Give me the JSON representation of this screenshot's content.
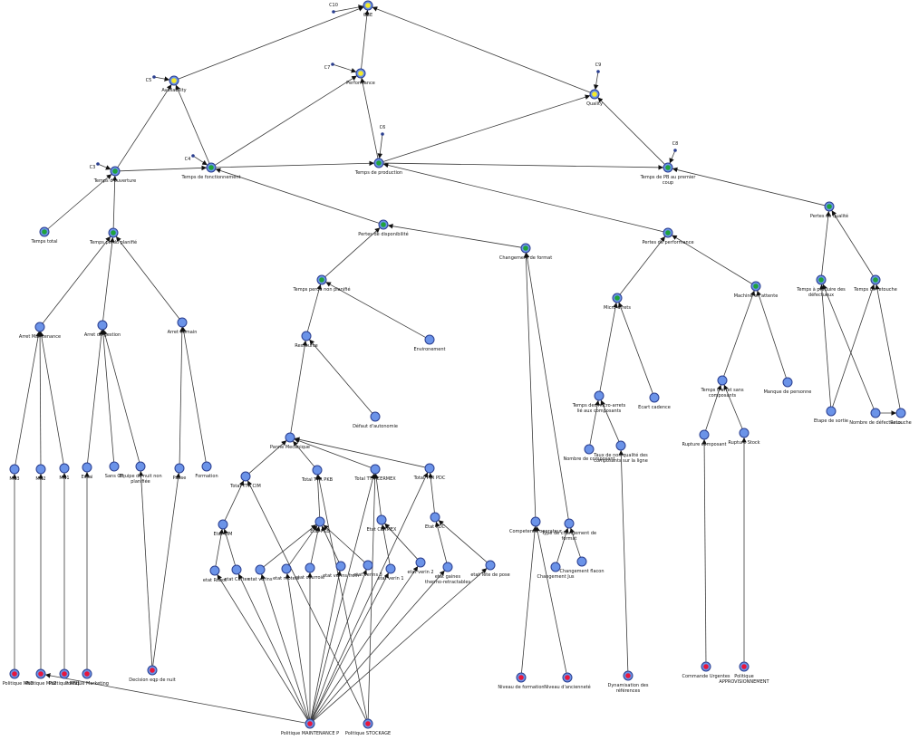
{
  "colors": {
    "yellow": "#f4ea2a",
    "green": "#1fa23c",
    "blue": "#6b93e8",
    "red": "#e8163c",
    "ring": "#2a3e8f",
    "edge": "#333333"
  },
  "nodes": [
    {
      "id": "OEE",
      "label": "OEE",
      "c": "yellow"
    },
    {
      "id": "C10",
      "label": "C10",
      "c": "dot"
    },
    {
      "id": "C5",
      "label": "C5",
      "c": "dot"
    },
    {
      "id": "AVAIL",
      "label": "Availability",
      "c": "yellow"
    },
    {
      "id": "C7",
      "label": "C7",
      "c": "dot"
    },
    {
      "id": "PERF",
      "label": "Performance",
      "c": "yellow"
    },
    {
      "id": "C9",
      "label": "C9",
      "c": "dot"
    },
    {
      "id": "QUAL",
      "label": "Quality",
      "c": "yellow"
    },
    {
      "id": "C3",
      "label": "C3",
      "c": "dot"
    },
    {
      "id": "TO",
      "label": "Temps d'ouverture",
      "c": "green"
    },
    {
      "id": "C4",
      "label": "C4",
      "c": "dot"
    },
    {
      "id": "TF",
      "label": "Temps de fonctionnement",
      "c": "green"
    },
    {
      "id": "C6",
      "label": "C6",
      "c": "dot"
    },
    {
      "id": "TP",
      "label": "Temps de production",
      "c": "green"
    },
    {
      "id": "C8",
      "label": "C8",
      "c": "dot"
    },
    {
      "id": "TPB",
      "label": "Temps de PB au premier coup",
      "c": "green"
    },
    {
      "id": "TT",
      "label": "Temps total",
      "c": "green"
    },
    {
      "id": "TPP",
      "label": "Temps perdu planifié",
      "c": "green"
    },
    {
      "id": "PD",
      "label": "Pertes de disponibilité",
      "c": "green"
    },
    {
      "id": "CF",
      "label": "Changement de format",
      "c": "green"
    },
    {
      "id": "PPERF",
      "label": "Pertes de performance",
      "c": "green"
    },
    {
      "id": "PQ",
      "label": "Pertes de qualité",
      "c": "green"
    },
    {
      "id": "TPNP",
      "label": "Temps perdu non planifié",
      "c": "green"
    },
    {
      "id": "MA",
      "label": "Micro-arrets",
      "c": "green"
    },
    {
      "id": "ME",
      "label": "Machine en attente",
      "c": "green"
    },
    {
      "id": "TRD",
      "label": "Temps à produire des défectueux",
      "c": "green"
    },
    {
      "id": "TR",
      "label": "Temps de retouche",
      "c": "green"
    },
    {
      "id": "AM",
      "label": "Arret Maintenance",
      "c": "blue"
    },
    {
      "id": "AG",
      "label": "Arret de gestion",
      "c": "blue"
    },
    {
      "id": "AH",
      "label": "Arret humain",
      "c": "blue"
    },
    {
      "id": "RES",
      "label": "Ressource",
      "c": "blue"
    },
    {
      "id": "ENV",
      "label": "Environement",
      "c": "blue"
    },
    {
      "id": "DA",
      "label": "Défaut d'autonomie",
      "c": "blue"
    },
    {
      "id": "TMA",
      "label": "Temps des micro-arrets lié aux composants",
      "c": "blue"
    },
    {
      "id": "EC",
      "label": "Ecart cadence",
      "c": "blue"
    },
    {
      "id": "TASC",
      "label": "Temps d'arret sans composants",
      "c": "blue"
    },
    {
      "id": "MP",
      "label": "Manque de personne",
      "c": "blue"
    },
    {
      "id": "ES",
      "label": "Etape de sortie",
      "c": "blue"
    },
    {
      "id": "ND",
      "label": "Nombre de défectueux",
      "c": "blue"
    },
    {
      "id": "RET",
      "label": "Retouche",
      "c": "blue"
    },
    {
      "id": "NC",
      "label": "Nombre de composant",
      "c": "blue"
    },
    {
      "id": "TNQ",
      "label": "Taux de non qualité des composants sur la ligne",
      "c": "blue"
    },
    {
      "id": "RC",
      "label": "Rupture composant",
      "c": "blue"
    },
    {
      "id": "RS",
      "label": "Rupture Stock",
      "c": "blue"
    },
    {
      "id": "PM",
      "label": "Panne Mecanique",
      "c": "blue"
    },
    {
      "id": "MN3",
      "label": "MN3",
      "c": "blue"
    },
    {
      "id": "MN2",
      "label": "MN2",
      "c": "blue"
    },
    {
      "id": "MN1",
      "label": "MN1",
      "c": "blue"
    },
    {
      "id": "ESSAI",
      "label": "Essai",
      "c": "blue"
    },
    {
      "id": "SANS",
      "label": "Sans OF",
      "c": "blue"
    },
    {
      "id": "EQN",
      "label": "Equipe de nuit non planifiée",
      "c": "blue"
    },
    {
      "id": "PAUSE",
      "label": "Pause",
      "c": "blue"
    },
    {
      "id": "FORM",
      "label": "Formation",
      "c": "blue"
    },
    {
      "id": "TTCIM",
      "label": "Total TTR CIM",
      "c": "blue"
    },
    {
      "id": "TTPKB",
      "label": "Total TTR PKB",
      "c": "blue"
    },
    {
      "id": "TTCER",
      "label": "Total TTR CERMEX",
      "c": "blue"
    },
    {
      "id": "TTPDC",
      "label": "Total TTR PDC",
      "c": "blue"
    },
    {
      "id": "ECIM",
      "label": "Etat CIM",
      "c": "blue"
    },
    {
      "id": "EPKB",
      "label": "Etat PKB",
      "c": "blue"
    },
    {
      "id": "ECER",
      "label": "Etat CERMEX",
      "c": "blue"
    },
    {
      "id": "EPDC",
      "label": "Etat PDC",
      "c": "blue"
    },
    {
      "id": "EROB",
      "label": "etat Robot",
      "c": "blue"
    },
    {
      "id": "ECAR",
      "label": "etat Carter",
      "c": "blue"
    },
    {
      "id": "EVER",
      "label": "etat verins",
      "c": "blue"
    },
    {
      "id": "EMOT",
      "label": "etat moteur",
      "c": "blue"
    },
    {
      "id": "ECOU",
      "label": "etat courroie",
      "c": "blue"
    },
    {
      "id": "EVF",
      "label": "etat verins frein",
      "c": "blue"
    },
    {
      "id": "EV3",
      "label": "etat verins 3",
      "c": "blue"
    },
    {
      "id": "EV1",
      "label": "etat verin 1",
      "c": "blue"
    },
    {
      "id": "EV2",
      "label": "etat verin 2",
      "c": "blue"
    },
    {
      "id": "EGT",
      "label": "etat gaines thermo-retractables",
      "c": "blue"
    },
    {
      "id": "ETP",
      "label": "etat Tete de pose",
      "c": "blue"
    },
    {
      "id": "CO",
      "label": "Competence operateur",
      "c": "blue"
    },
    {
      "id": "TCF",
      "label": "Type de changement de format",
      "c": "blue"
    },
    {
      "id": "CJ",
      "label": "Changement Jus",
      "c": "blue"
    },
    {
      "id": "CFL",
      "label": "Changement flacon",
      "c": "blue"
    },
    {
      "id": "PMN3",
      "label": "Politique MN3",
      "c": "red"
    },
    {
      "id": "PMN2",
      "label": "Politique MN2",
      "c": "red"
    },
    {
      "id": "PMN1",
      "label": "Politique MN1",
      "c": "red"
    },
    {
      "id": "PMK",
      "label": "Politique Marketing",
      "c": "red"
    },
    {
      "id": "DEN",
      "label": "Decision eqp de nuit",
      "c": "red"
    },
    {
      "id": "PMAIN",
      "label": "Politique MAINTENANCE P",
      "c": "red"
    },
    {
      "id": "PSTO",
      "label": "Politique STOCKAGE",
      "c": "red"
    },
    {
      "id": "NF",
      "label": "Niveau de formation",
      "c": "red"
    },
    {
      "id": "NA",
      "label": "Niveau d'ancienneté",
      "c": "red"
    },
    {
      "id": "DR",
      "label": "Dynamisation des références",
      "c": "red"
    },
    {
      "id": "CU",
      "label": "Commande Urgentes",
      "c": "red"
    },
    {
      "id": "PAPP",
      "label": "Politique APPROVISIONNEMENT",
      "c": "red"
    }
  ],
  "edges": [
    [
      "C10",
      "OEE"
    ],
    [
      "AVAIL",
      "OEE"
    ],
    [
      "PERF",
      "OEE"
    ],
    [
      "QUAL",
      "OEE"
    ],
    [
      "C5",
      "AVAIL"
    ],
    [
      "TO",
      "AVAIL"
    ],
    [
      "TF",
      "AVAIL"
    ],
    [
      "C7",
      "PERF"
    ],
    [
      "TF",
      "PERF"
    ],
    [
      "TP",
      "PERF"
    ],
    [
      "C9",
      "QUAL"
    ],
    [
      "TP",
      "QUAL"
    ],
    [
      "TPB",
      "QUAL"
    ],
    [
      "C3",
      "TO"
    ],
    [
      "TT",
      "TO"
    ],
    [
      "TPP",
      "TO"
    ],
    [
      "C4",
      "TF"
    ],
    [
      "TO",
      "TF"
    ],
    [
      "PD",
      "TF"
    ],
    [
      "C6",
      "TP"
    ],
    [
      "TF",
      "TP"
    ],
    [
      "PPERF",
      "TP"
    ],
    [
      "C8",
      "TPB"
    ],
    [
      "TP",
      "TPB"
    ],
    [
      "PQ",
      "TPB"
    ],
    [
      "AM",
      "TPP"
    ],
    [
      "AG",
      "TPP"
    ],
    [
      "AH",
      "TPP"
    ],
    [
      "TPNP",
      "PD"
    ],
    [
      "CF",
      "PD"
    ],
    [
      "MA",
      "PPERF"
    ],
    [
      "ME",
      "PPERF"
    ],
    [
      "TRD",
      "PQ"
    ],
    [
      "TR",
      "PQ"
    ],
    [
      "RES",
      "TPNP"
    ],
    [
      "ENV",
      "TPNP"
    ],
    [
      "PM",
      "RES"
    ],
    [
      "DA",
      "RES"
    ],
    [
      "TMA",
      "MA"
    ],
    [
      "EC",
      "MA"
    ],
    [
      "TASC",
      "ME"
    ],
    [
      "MP",
      "ME"
    ],
    [
      "ES",
      "TRD"
    ],
    [
      "ND",
      "TRD"
    ],
    [
      "ES",
      "TR"
    ],
    [
      "RET",
      "TR"
    ],
    [
      "ND",
      "RET"
    ],
    [
      "NC",
      "TMA"
    ],
    [
      "TNQ",
      "TMA"
    ],
    [
      "RC",
      "TASC"
    ],
    [
      "RS",
      "TASC"
    ],
    [
      "MN3",
      "AM"
    ],
    [
      "MN2",
      "AM"
    ],
    [
      "MN1",
      "AM"
    ],
    [
      "ESSAI",
      "AG"
    ],
    [
      "SANS",
      "AG"
    ],
    [
      "EQN",
      "AG"
    ],
    [
      "PAUSE",
      "AH"
    ],
    [
      "FORM",
      "AH"
    ],
    [
      "TTCIM",
      "PM"
    ],
    [
      "TTPKB",
      "PM"
    ],
    [
      "TTCER",
      "PM"
    ],
    [
      "TTPDC",
      "PM"
    ],
    [
      "ECIM",
      "TTCIM"
    ],
    [
      "EPKB",
      "TTPKB"
    ],
    [
      "ECER",
      "TTCER"
    ],
    [
      "EPDC",
      "TTPDC"
    ],
    [
      "EROB",
      "ECIM"
    ],
    [
      "ECAR",
      "ECIM"
    ],
    [
      "EVER",
      "EPKB"
    ],
    [
      "EMOT",
      "EPKB"
    ],
    [
      "ECOU",
      "EPKB"
    ],
    [
      "EVF",
      "EPKB"
    ],
    [
      "EV3",
      "EPKB"
    ],
    [
      "EV1",
      "ECER"
    ],
    [
      "EV2",
      "ECER"
    ],
    [
      "EGT",
      "EPDC"
    ],
    [
      "ETP",
      "EPDC"
    ],
    [
      "CO",
      "CF"
    ],
    [
      "TCF",
      "CF"
    ],
    [
      "CJ",
      "TCF"
    ],
    [
      "CFL",
      "TCF"
    ],
    [
      "PMN3",
      "MN3"
    ],
    [
      "PMN2",
      "MN2"
    ],
    [
      "PMN1",
      "MN1"
    ],
    [
      "PMK",
      "ESSAI"
    ],
    [
      "DEN",
      "EQN"
    ],
    [
      "DEN",
      "PAUSE"
    ],
    [
      "PMAIN",
      "EROB"
    ],
    [
      "PMAIN",
      "ECAR"
    ],
    [
      "PMAIN",
      "EVER"
    ],
    [
      "PMAIN",
      "EMOT"
    ],
    [
      "PMAIN",
      "ECOU"
    ],
    [
      "PMAIN",
      "EVF"
    ],
    [
      "PMAIN",
      "EV3"
    ],
    [
      "PMAIN",
      "EV1"
    ],
    [
      "PMAIN",
      "EV2"
    ],
    [
      "PMAIN",
      "EGT"
    ],
    [
      "PMAIN",
      "ETP"
    ],
    [
      "PMAIN",
      "PMN2"
    ],
    [
      "PMAIN",
      "TTCER"
    ],
    [
      "PMAIN",
      "TTPDC"
    ],
    [
      "PSTO",
      "TTCIM"
    ],
    [
      "PSTO",
      "TTPKB"
    ],
    [
      "PSTO",
      "TTCER"
    ],
    [
      "NF",
      "CO"
    ],
    [
      "NA",
      "CO"
    ],
    [
      "DR",
      "TNQ"
    ],
    [
      "CU",
      "RC"
    ],
    [
      "PAPP",
      "RS"
    ]
  ]
}
